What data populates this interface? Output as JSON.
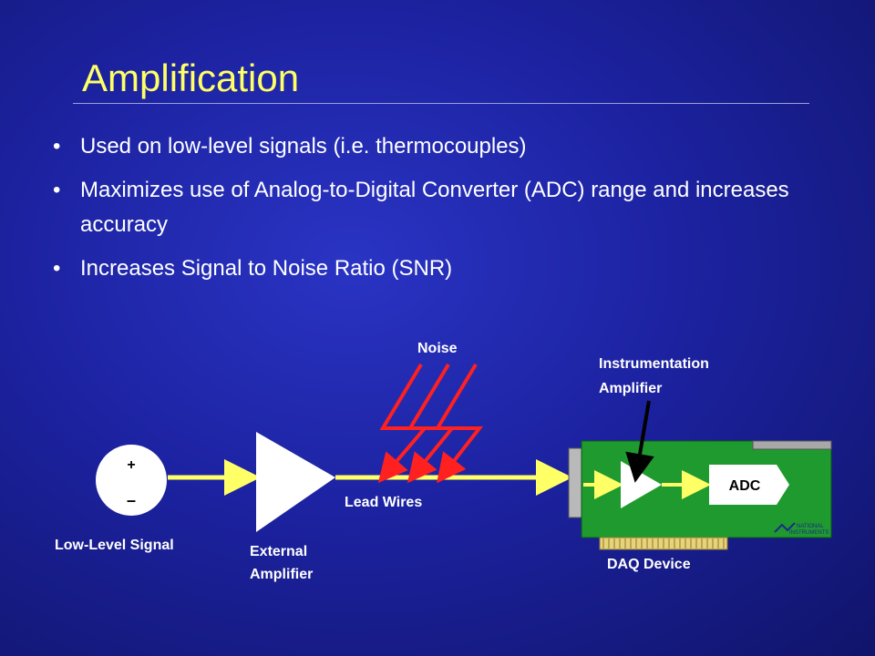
{
  "slide": {
    "title": "Amplification",
    "bullets": [
      "Used on low-level signals (i.e. thermocouples)",
      "Maximizes use of Analog-to-Digital Converter (ADC) range and increases accuracy",
      "Increases Signal to Noise Ratio (SNR)"
    ],
    "bullet_glyph": "•"
  },
  "diagram": {
    "source_plus": "+",
    "source_minus": "–",
    "source_label": "Low-Level Signal",
    "external_amp_label_1": "External",
    "external_amp_label_2": "Amplifier",
    "lead_wires_label": "Lead Wires",
    "noise_label": "Noise",
    "inst_amp_label_1": "Instrumentation",
    "inst_amp_label_2": "Amplifier",
    "adc_label": "ADC",
    "daq_label": "DAQ Device",
    "logo_text_1": "NATIONAL",
    "logo_text_2": "INSTRUMENTS"
  },
  "colors": {
    "title": "#ffff66",
    "wire": "#ffff66",
    "noise": "#ff2020",
    "board": "#1f9a2e",
    "text": "#ffffff"
  }
}
